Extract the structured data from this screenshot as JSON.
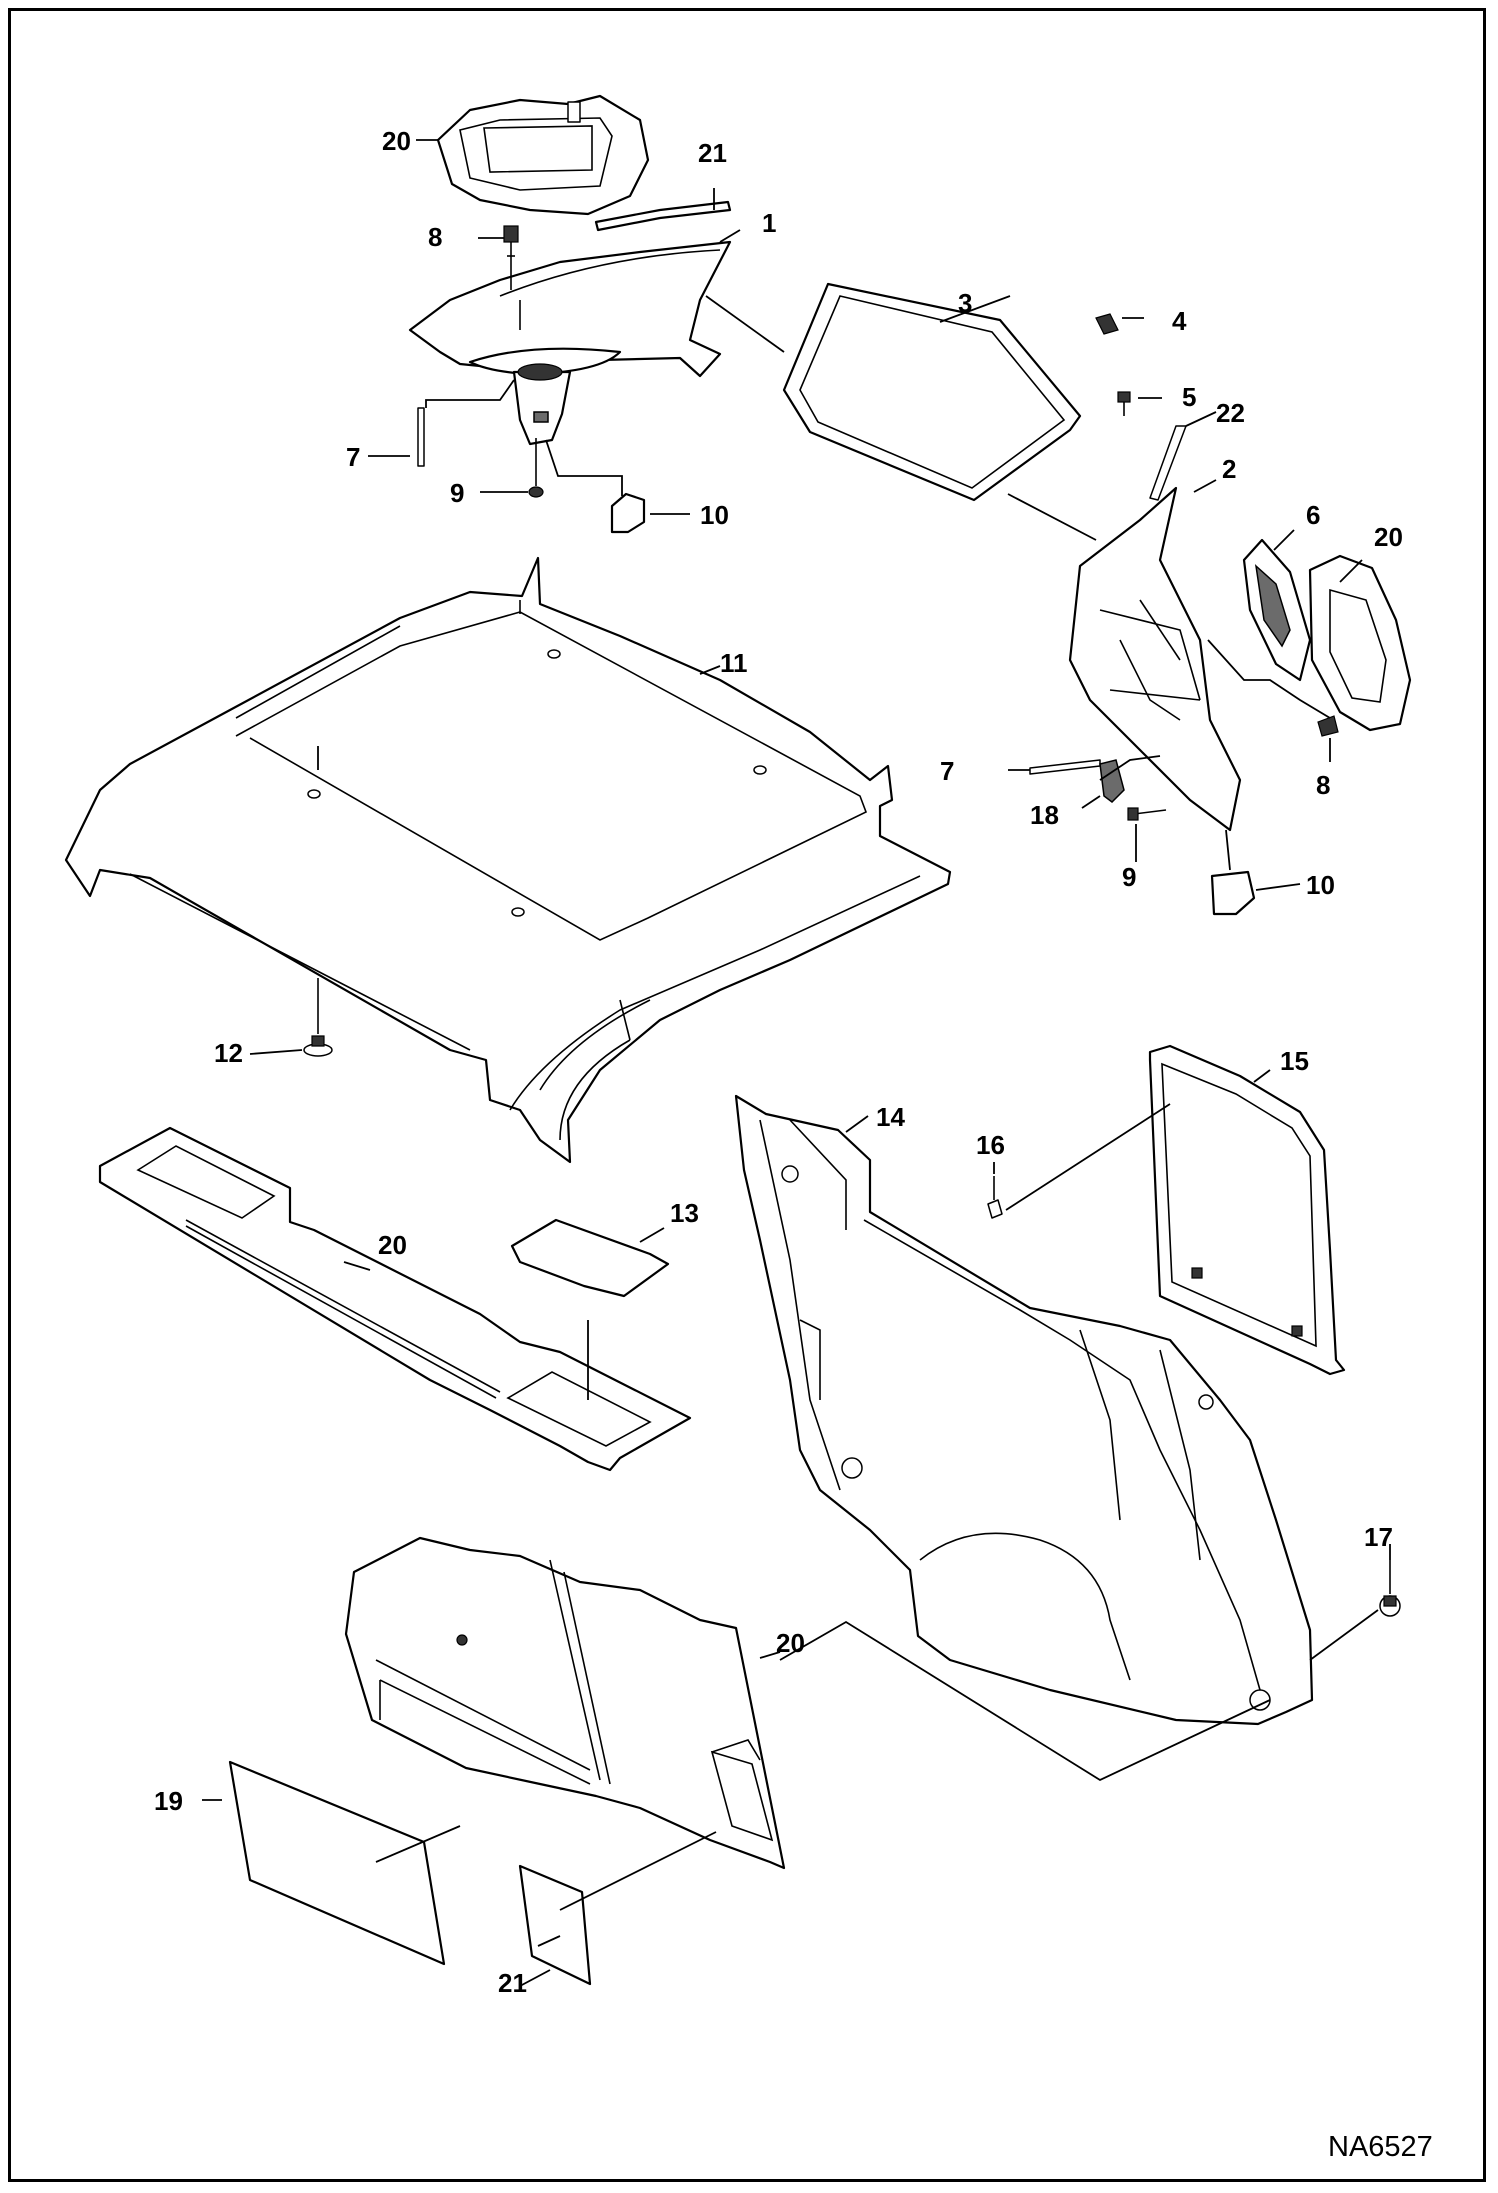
{
  "drawing": {
    "reference_code": "NA6527",
    "callouts": [
      {
        "id": "c1",
        "label": "1"
      },
      {
        "id": "c2",
        "label": "2"
      },
      {
        "id": "c3",
        "label": "3"
      },
      {
        "id": "c4",
        "label": "4"
      },
      {
        "id": "c5",
        "label": "5"
      },
      {
        "id": "c6",
        "label": "6"
      },
      {
        "id": "c7a",
        "label": "7"
      },
      {
        "id": "c7b",
        "label": "7"
      },
      {
        "id": "c8a",
        "label": "8"
      },
      {
        "id": "c8b",
        "label": "8"
      },
      {
        "id": "c9a",
        "label": "9"
      },
      {
        "id": "c9b",
        "label": "9"
      },
      {
        "id": "c10a",
        "label": "10"
      },
      {
        "id": "c10b",
        "label": "10"
      },
      {
        "id": "c11",
        "label": "11"
      },
      {
        "id": "c12",
        "label": "12"
      },
      {
        "id": "c13",
        "label": "13"
      },
      {
        "id": "c14",
        "label": "14"
      },
      {
        "id": "c15",
        "label": "15"
      },
      {
        "id": "c16",
        "label": "16"
      },
      {
        "id": "c17",
        "label": "17"
      },
      {
        "id": "c18",
        "label": "18"
      },
      {
        "id": "c19",
        "label": "19"
      },
      {
        "id": "c20a",
        "label": "20"
      },
      {
        "id": "c20b",
        "label": "20"
      },
      {
        "id": "c20c",
        "label": "20"
      },
      {
        "id": "c20d",
        "label": "20"
      },
      {
        "id": "c21a",
        "label": "21"
      },
      {
        "id": "c21b",
        "label": "21"
      },
      {
        "id": "c22",
        "label": "22"
      }
    ]
  }
}
